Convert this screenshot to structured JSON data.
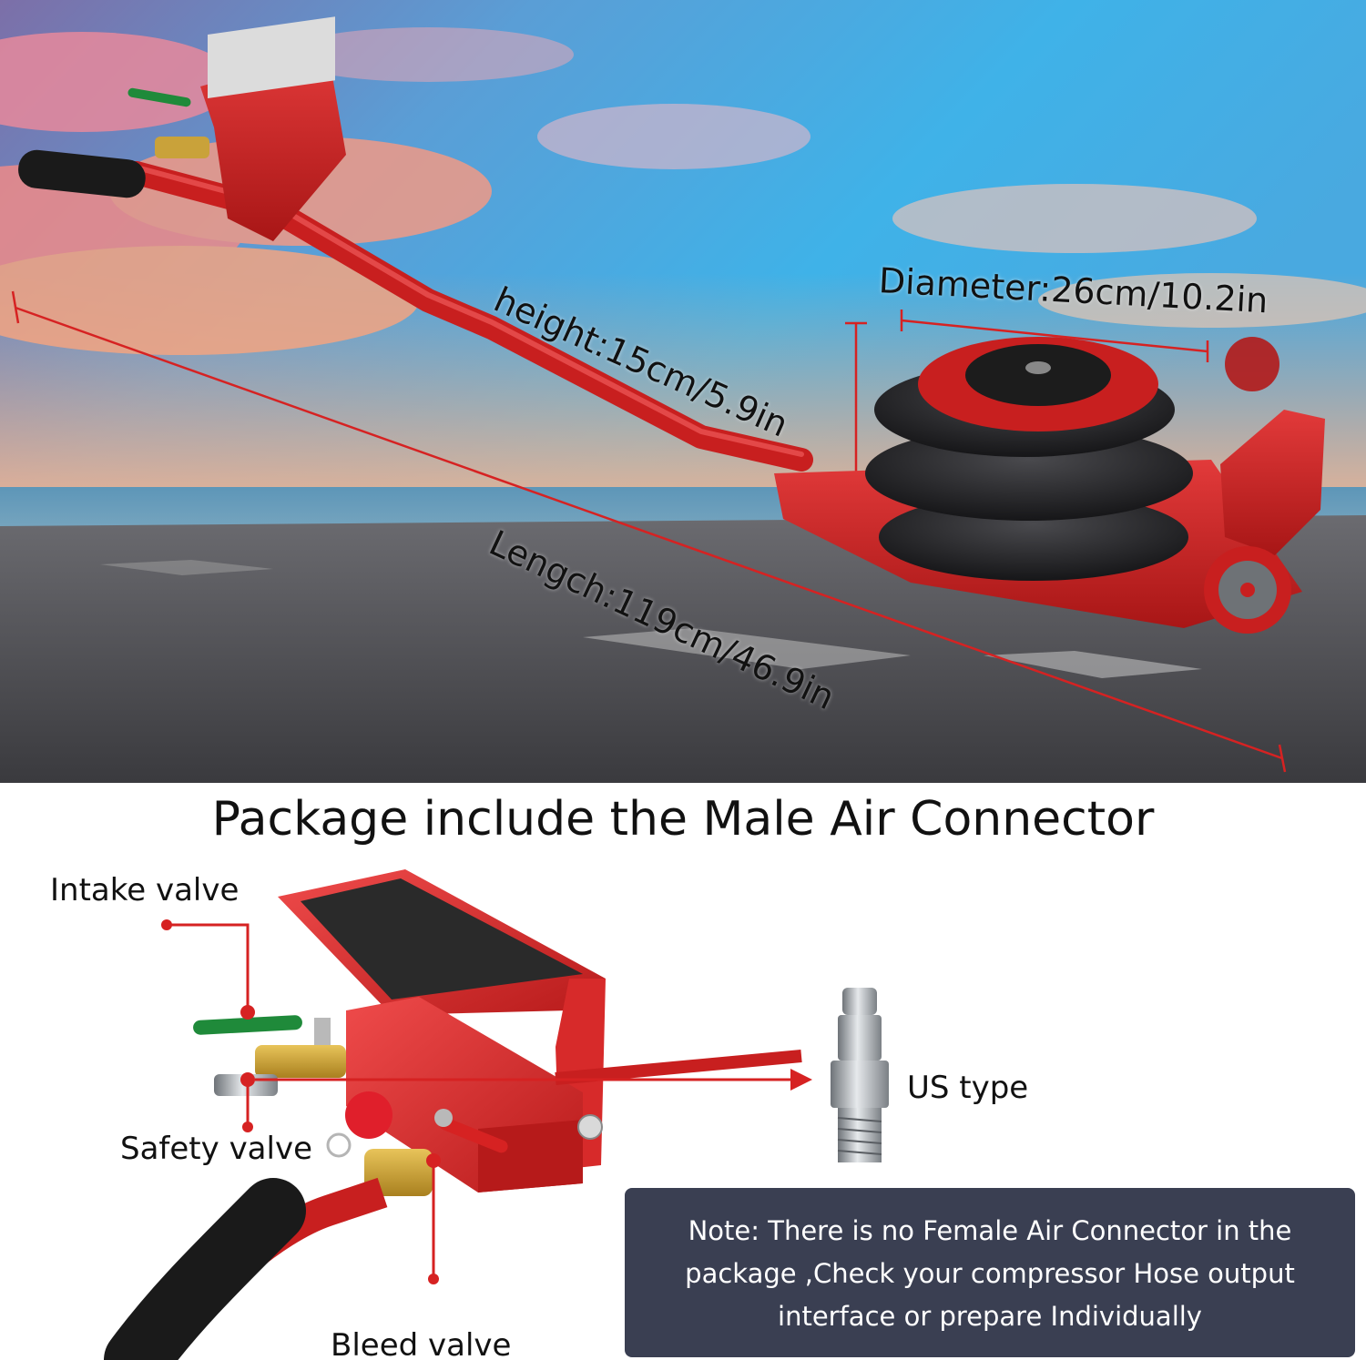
{
  "dimensions": {
    "height": "height:15cm/5.9in",
    "diameter": "Diameter:26cm/10.2in",
    "length": "Lengch:119cm/46.9in"
  },
  "heading": "Package include the Male Air Connector",
  "callouts": {
    "intake": "Intake valve",
    "safety": "Safety valve",
    "bleed": "Bleed valve",
    "us_type": "US type"
  },
  "note": "Note: There is no Female Air Connector in the package ,Check your compressor Hose output interface or prepare Individually",
  "colors": {
    "accent_red": "#d62222",
    "jack_red": "#c81f1f",
    "note_bg": "#3a3f52",
    "valve_green": "#1f8a3a",
    "brass": "#c9a23a"
  }
}
